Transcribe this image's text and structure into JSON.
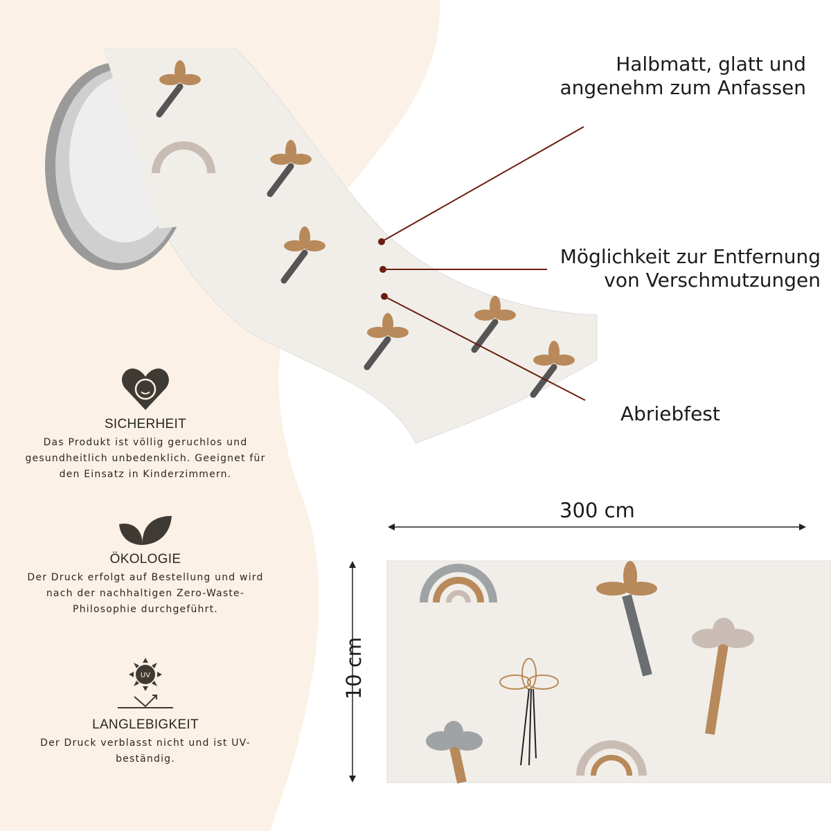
{
  "colors": {
    "beige": "#fbf1e6",
    "callout_line": "#6b1d10",
    "text": "#2a2622",
    "paper": "#f1eee9",
    "tan": "#b8895a",
    "grey": "#9fa3a6",
    "mauve": "#c9bcb4"
  },
  "callouts": [
    {
      "line1": "Halbmatt, glatt und",
      "line2": "angenehm zum Anfassen"
    },
    {
      "line1": "Möglichkeit zur Entfernung",
      "line2": "von Verschmutzungen"
    },
    {
      "line1": "Abriebfest"
    }
  ],
  "features": [
    {
      "icon": "baby-heart-icon",
      "title": "SICHERHEIT",
      "text": "Das Produkt ist völlig geruchlos und gesundheitlich unbedenklich. Geeignet für den Einsatz in Kinderzimmern."
    },
    {
      "icon": "leaves-icon",
      "title": "ÖKOLOGIE",
      "text": "Der Druck erfolgt auf Bestellung und wird nach der nachhaltigen Zero-Waste-Philosophie durchgeführt."
    },
    {
      "icon": "uv-sun-icon",
      "title": "LANGLEBIGKEIT",
      "text": "Der Druck verblasst nicht und ist UV-beständig.",
      "uv_label": "UV"
    }
  ],
  "dimensions": {
    "width": "300 cm",
    "height": "10 cm"
  }
}
